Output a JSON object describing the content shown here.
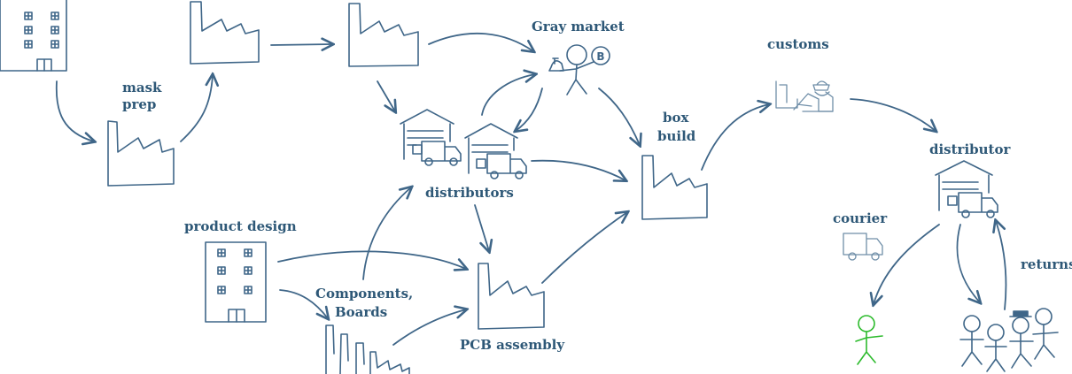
{
  "labels": {
    "mask_prep_1": "mask",
    "mask_prep_2": "prep",
    "gray_market": "Gray market",
    "customs": "customs",
    "box_build_1": "box",
    "box_build_2": "build",
    "distributors": "distributors",
    "distributor": "distributor",
    "product_design": "product design",
    "components_1": "Components,",
    "components_2": "Boards",
    "pcb_assembly": "PCB assembly",
    "courier": "courier",
    "returns": "returns",
    "bitcoin_symbol": "B"
  },
  "colors": {
    "ink": "#3f6688",
    "label": "#2e5877",
    "light_ink": "#6f8ea8",
    "consumer": "#2dbb2d"
  }
}
